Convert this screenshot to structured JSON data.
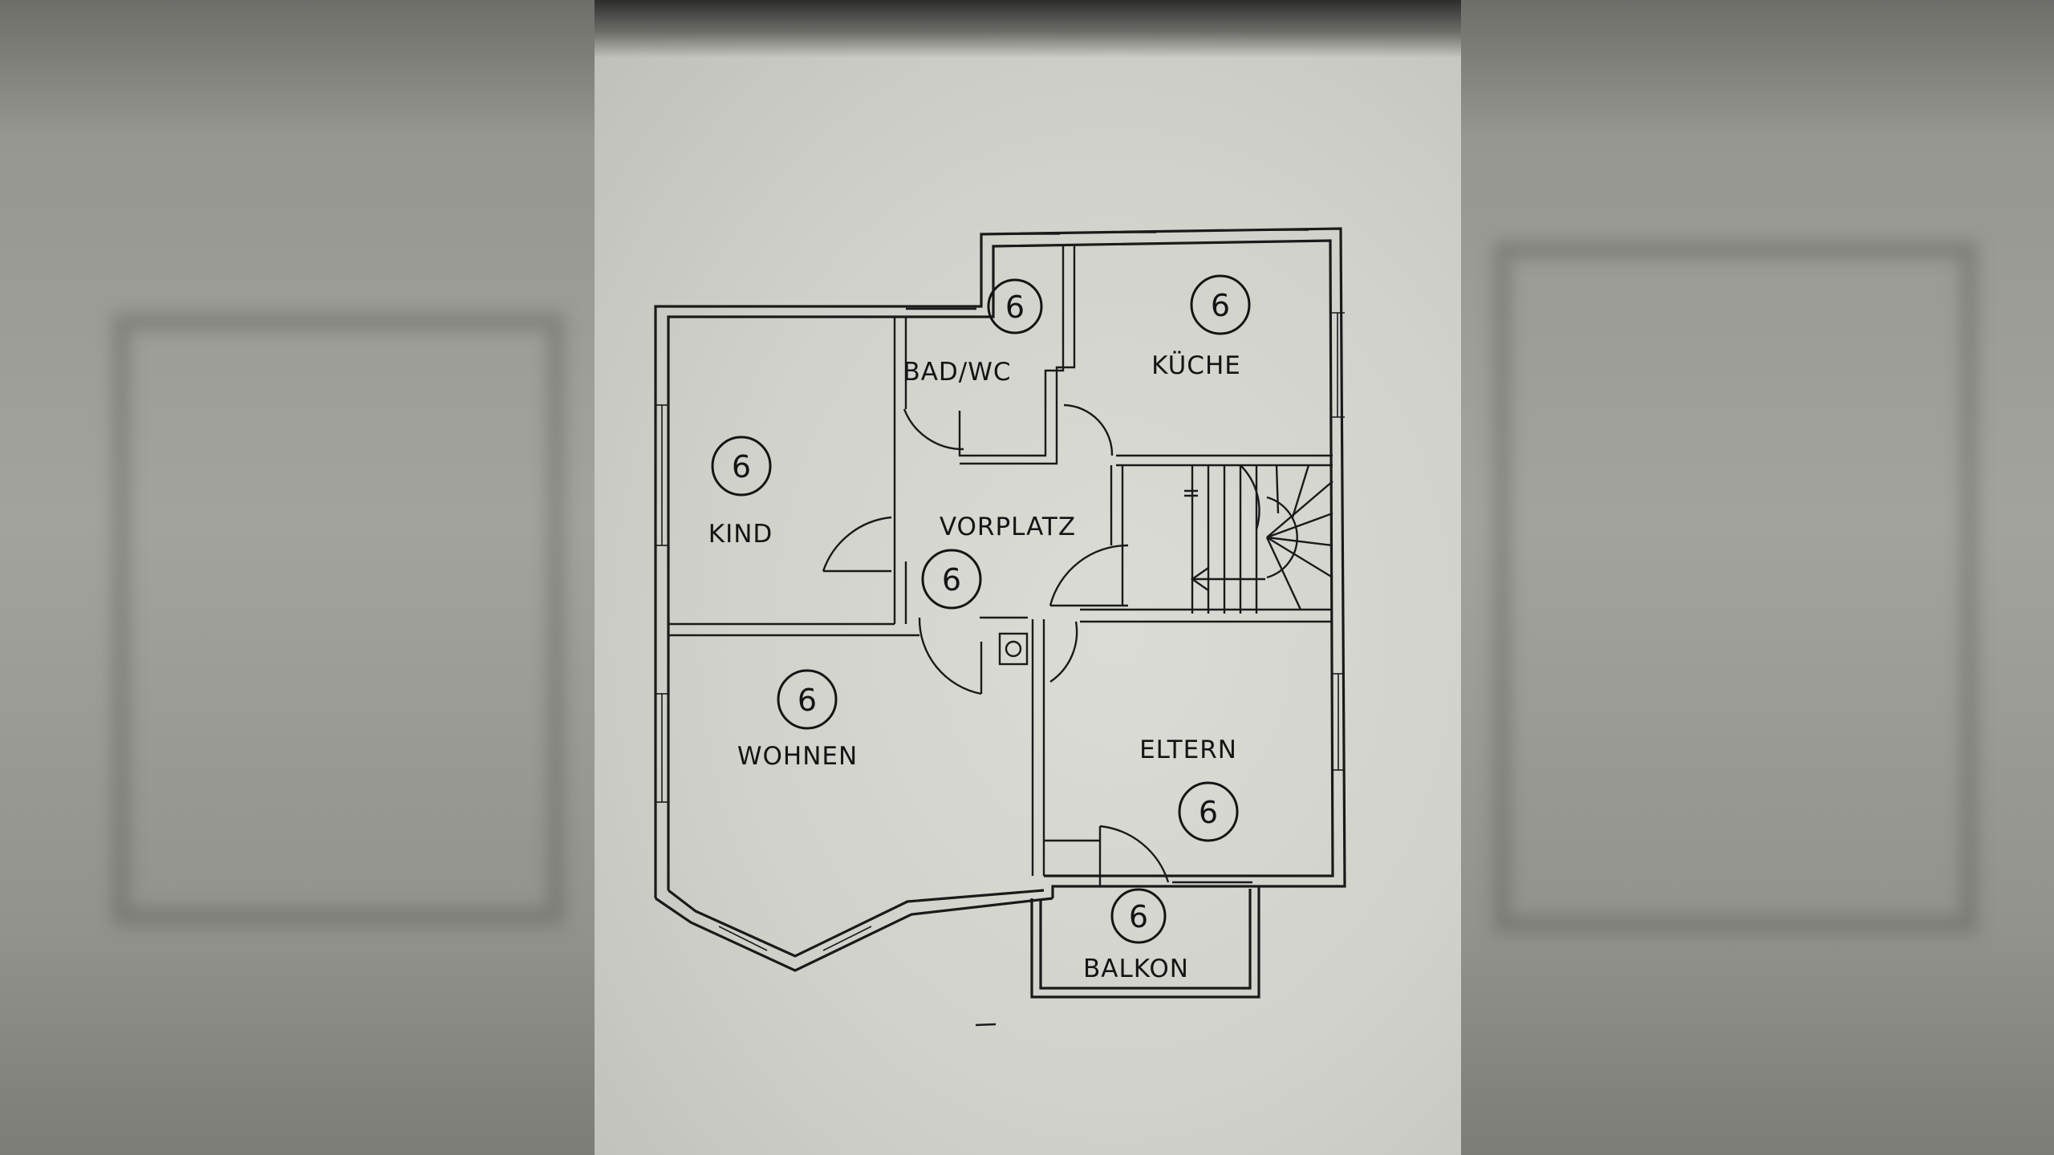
{
  "plan": {
    "rooms": [
      {
        "id": "bad",
        "name": "BAD/WC",
        "number": "6"
      },
      {
        "id": "kueche",
        "name": "KÜCHE",
        "number": "6"
      },
      {
        "id": "kind",
        "name": "KIND",
        "number": "6"
      },
      {
        "id": "vorplatz",
        "name": "VORPLATZ",
        "number": "6"
      },
      {
        "id": "wohnen",
        "name": "WOHNEN",
        "number": "6"
      },
      {
        "id": "eltern",
        "name": "ELTERN",
        "number": "6"
      },
      {
        "id": "balkon",
        "name": "BALKON",
        "number": "6"
      }
    ]
  }
}
